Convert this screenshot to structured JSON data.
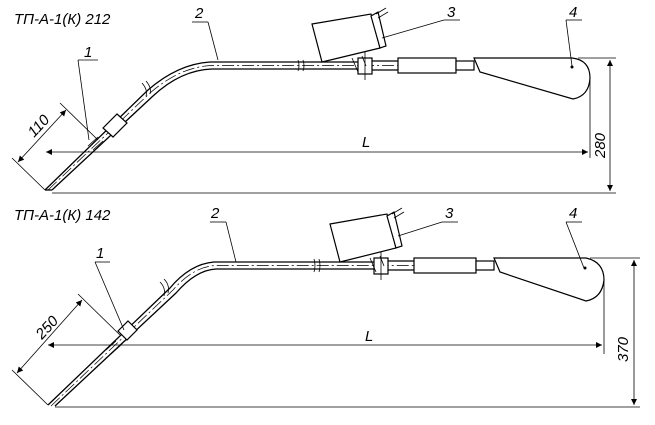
{
  "views": [
    {
      "title": "ТП-А-1(К) 212",
      "callouts": [
        "1",
        "2",
        "3",
        "4"
      ],
      "dimensions": {
        "angled": "110",
        "length": "L",
        "height": "280"
      }
    },
    {
      "title": "ТП-А-1(К) 142",
      "callouts": [
        "1",
        "2",
        "3",
        "4"
      ],
      "dimensions": {
        "angled": "250",
        "length": "L",
        "height": "370"
      }
    }
  ]
}
